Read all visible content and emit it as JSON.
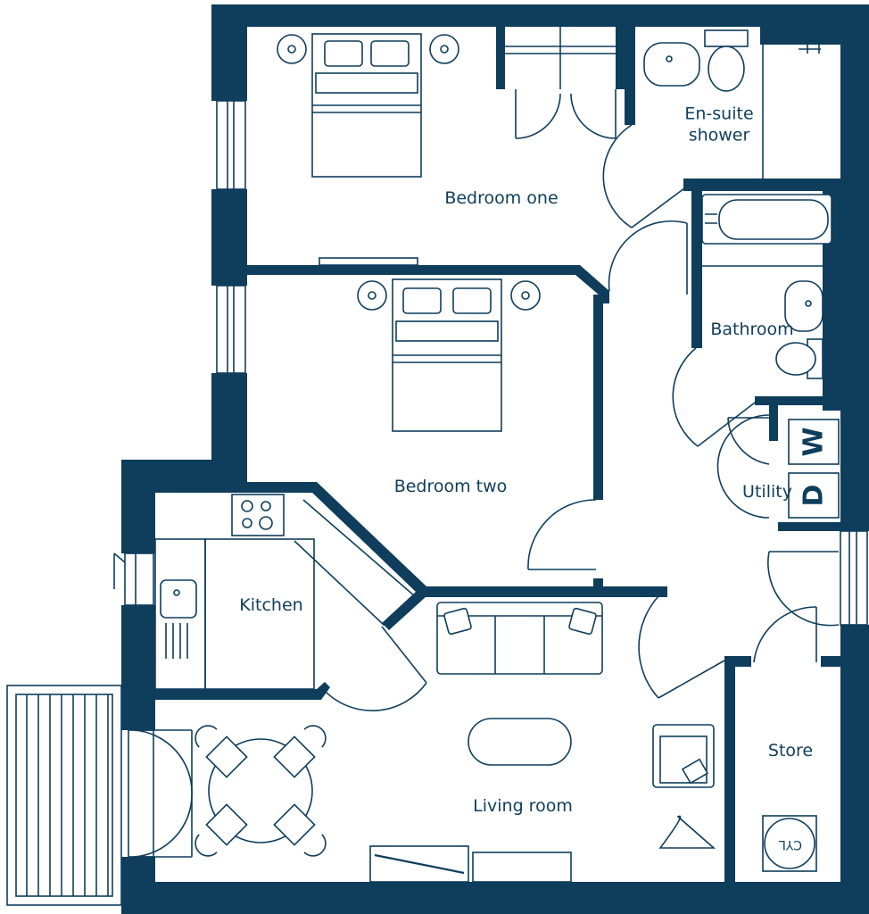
{
  "colors": {
    "wall": "#0f3d5c",
    "line": "#0f3d5c",
    "text": "#0f3d5c",
    "background": "#ffffff"
  },
  "rooms": {
    "bedroom_one": "Bedroom one",
    "ensuite_line1": "En-suite",
    "ensuite_line2": "shower",
    "bathroom": "Bathroom",
    "bedroom_two": "Bedroom two",
    "utility": "Utility",
    "kitchen": "Kitchen",
    "living_room": "Living room",
    "store": "Store"
  },
  "appliances": {
    "washer": "W",
    "dryer": "D",
    "cylinder": "CYL"
  },
  "icons": [
    "bed-icon",
    "pillow-icon",
    "lamp-icon",
    "wardrobe-icon",
    "toilet-icon",
    "basin-icon",
    "shower-icon",
    "bath-icon",
    "hob-icon",
    "sink-icon",
    "sofa-icon",
    "armchair-icon",
    "coffee-table-icon",
    "dining-table-icon",
    "chair-icon",
    "tv-unit-icon",
    "balcony-icon",
    "door-swing-icon",
    "radiator-icon",
    "cylinder-icon"
  ]
}
